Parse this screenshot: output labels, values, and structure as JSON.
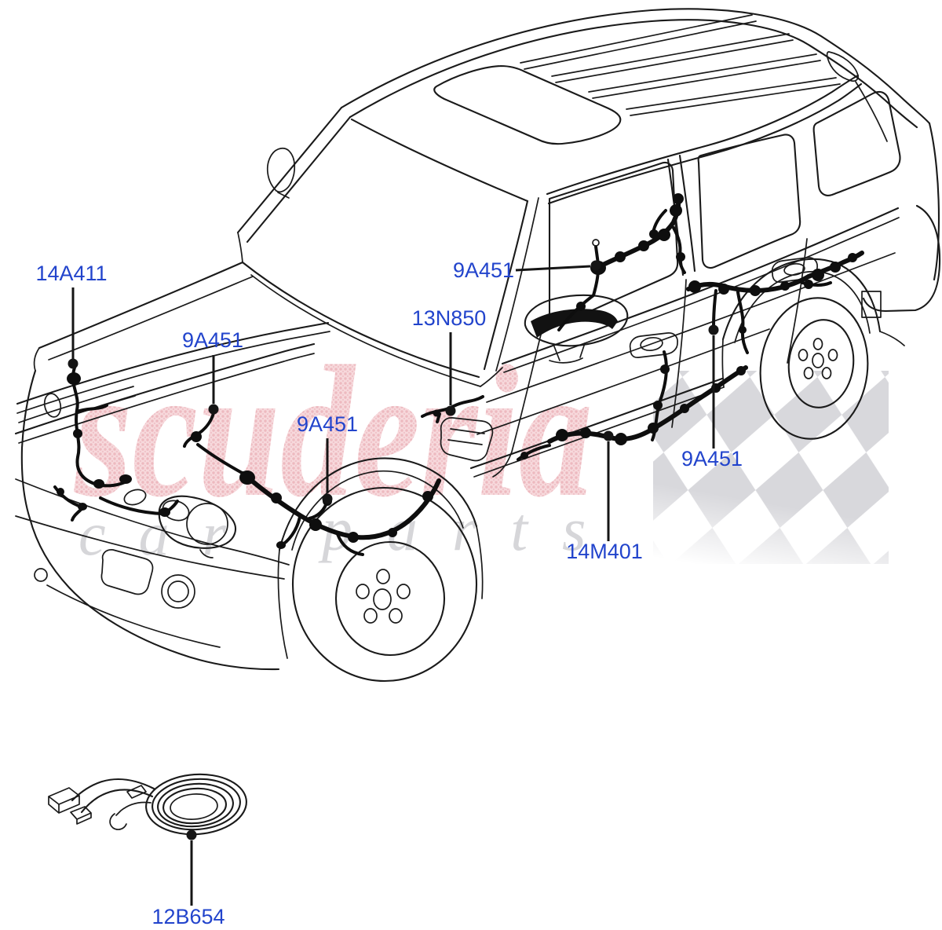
{
  "callouts": [
    {
      "part": "14A411"
    },
    {
      "part": "9A451"
    },
    {
      "part": "9A451"
    },
    {
      "part": "13N850"
    },
    {
      "part": "9A451"
    },
    {
      "part": "9A451"
    },
    {
      "part": "14M401"
    },
    {
      "part": "12B654"
    }
  ],
  "watermark": {
    "brand": "scuderia",
    "word1": "car",
    "word2": "parts"
  },
  "colors": {
    "label_blue": "#2244cc",
    "line_black": "#1a1a1a",
    "watermark_pink": "#f2c6cb",
    "watermark_gray": "#d6d6d9",
    "checker_gray": "#d8d8dc",
    "background": "#ffffff"
  }
}
